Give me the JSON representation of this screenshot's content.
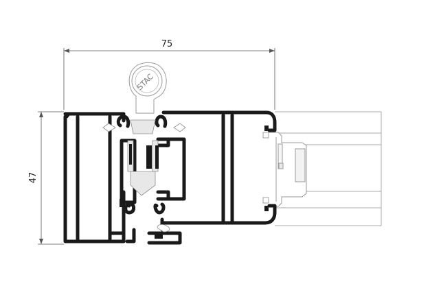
{
  "dimensions": {
    "width": "75",
    "height": "47"
  },
  "logo": {
    "text": "STAC"
  },
  "colors": {
    "profile": "#1a1a1a",
    "outline": "#9a9a9a",
    "break": "#d9d9d9",
    "glass": "#f0f0f0"
  }
}
